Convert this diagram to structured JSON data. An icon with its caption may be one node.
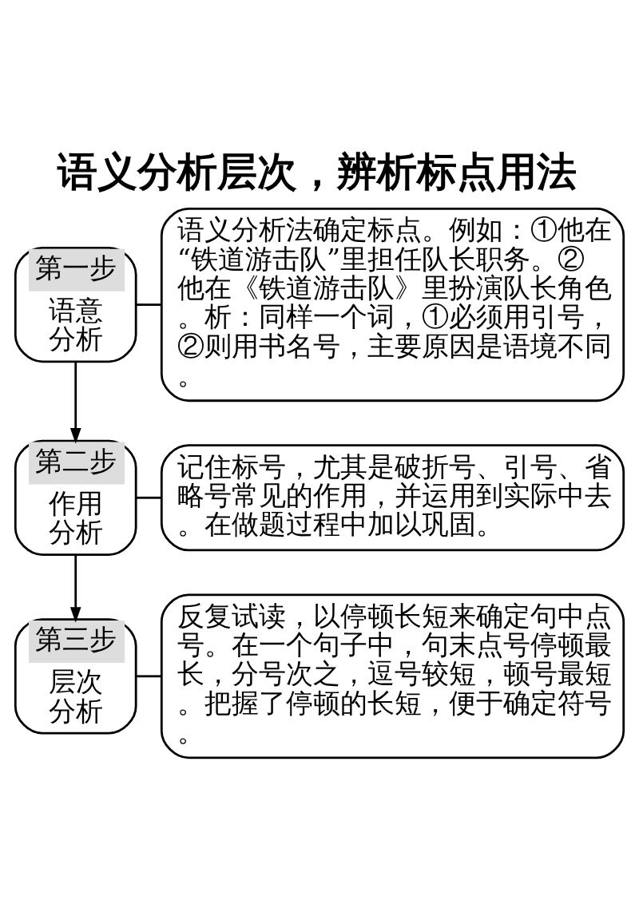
{
  "diagram": {
    "title": "语义分析层次，辨析标点用法",
    "nodes": [
      {
        "text": [
          "第一步",
          "语意分析"
        ]
      },
      {
        "text": [
          "语义分析法确定标点。例如：①他在“铁道游击队”里担任队长职务。②他在《铁道游击队》里扮演队长角色。析：同样一个词，①必须用引号，②则用书名号，主要原因是语境不同。"
        ]
      },
      {
        "text": [
          "第二步",
          "作用分析"
        ]
      },
      {
        "text": [
          "记住标号，尤其是破折号、引号、省略号常见的作用，并运用到实际中去。在做题过程中加以巩固。"
        ]
      },
      {
        "text": [
          "第三步",
          "层次分析"
        ]
      },
      {
        "text": [
          "反复试读，以停顿长短来确定句中点号。在一个句子中，句末点号停顿最长，分号次之，逗号较短，顿号最短。把握了停顿的长短，便于确定符号。"
        ]
      }
    ],
    "edges": [
      {
        "from": 0,
        "to": 1,
        "arrow": "none"
      },
      {
        "from": 0,
        "to": 2,
        "arrow": "to"
      },
      {
        "from": 2,
        "to": 3,
        "arrow": "none"
      },
      {
        "from": 2,
        "to": 4,
        "arrow": "to"
      },
      {
        "from": 4,
        "to": 5,
        "arrow": "none"
      }
    ]
  }
}
